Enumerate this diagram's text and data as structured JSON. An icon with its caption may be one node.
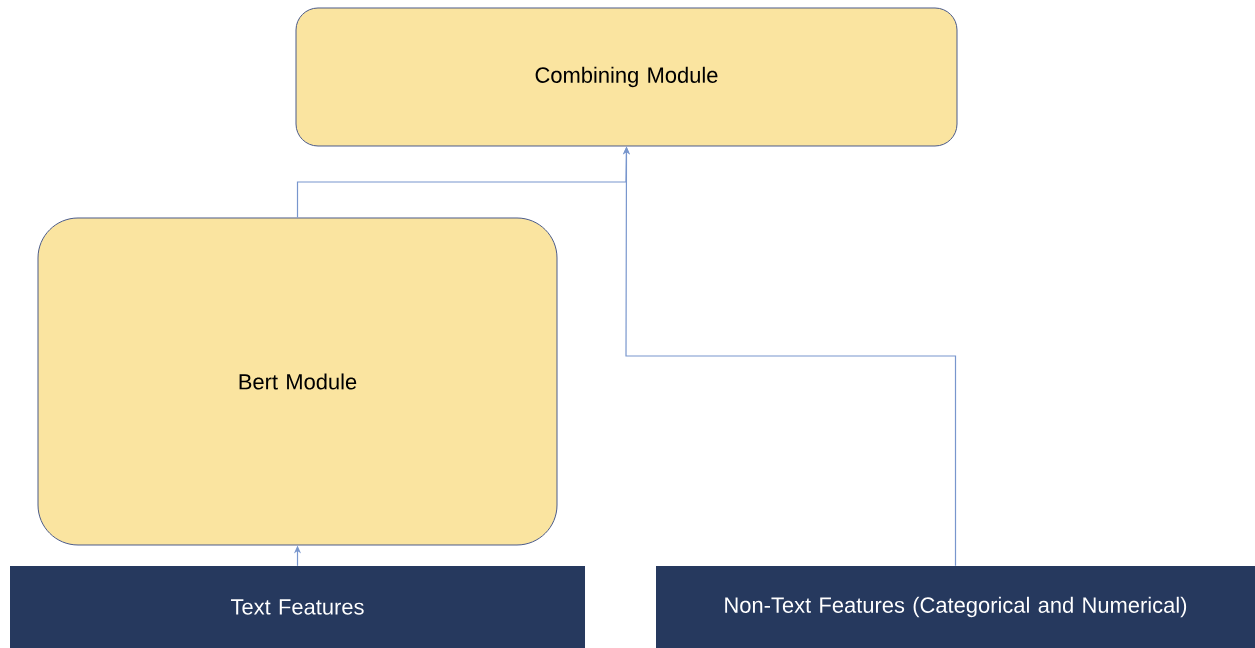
{
  "diagram": {
    "nodes": [
      {
        "text": [
          "Combining Module"
        ]
      },
      {
        "text": [
          "Bert Module"
        ]
      },
      {
        "text": [
          "Text Features"
        ]
      },
      {
        "text": [
          "Non-Text Features (Categorical and Numerical)"
        ]
      }
    ],
    "edges": [
      {
        "from": 2,
        "to": 1,
        "arrow": "to"
      },
      {
        "from": 1,
        "to": 0,
        "arrow": "to"
      },
      {
        "from": 3,
        "to": 0,
        "arrow": "to"
      }
    ]
  }
}
